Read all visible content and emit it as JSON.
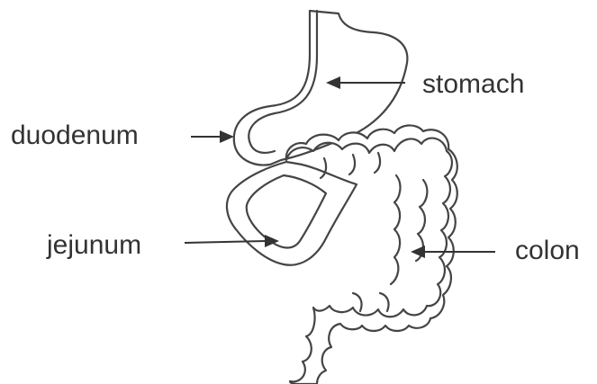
{
  "labels": {
    "stomach": "stomach",
    "duodenum": "duodenum",
    "jejunum": "jejunum",
    "colon": "colon"
  },
  "colors": {
    "outline": "#444444",
    "text": "#333333",
    "background": "#ffffff"
  }
}
